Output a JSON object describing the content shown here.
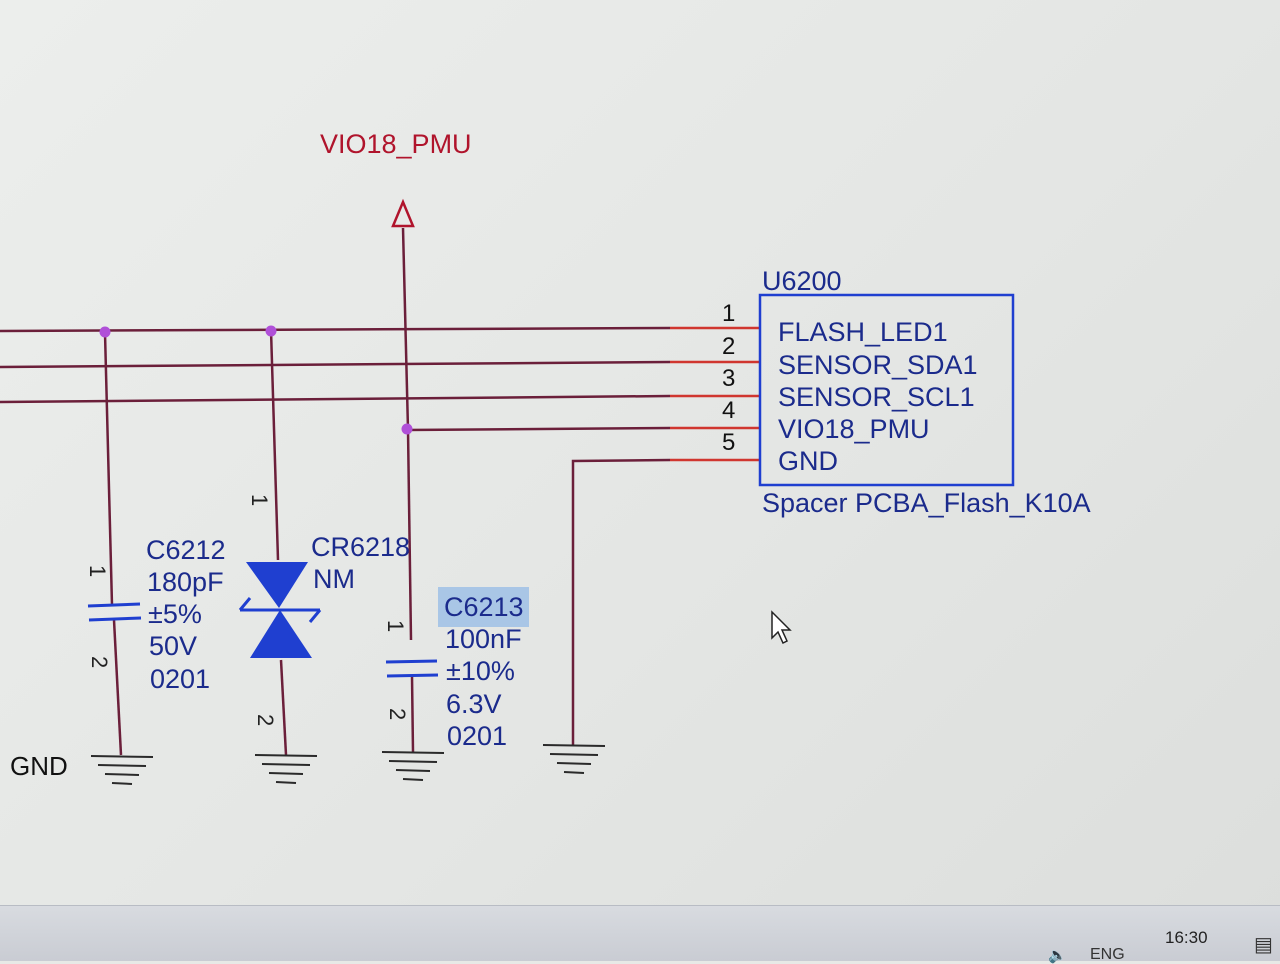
{
  "schematic": {
    "power_net": "VIO18_PMU",
    "ground_label": "GND",
    "connector": {
      "refdes": "U6200",
      "part": "Spacer PCBA_Flash_K10A",
      "pins": [
        {
          "number": "1",
          "name": "FLASH_LED1"
        },
        {
          "number": "2",
          "name": "SENSOR_SDA1"
        },
        {
          "number": "3",
          "name": "SENSOR_SCL1"
        },
        {
          "number": "4",
          "name": "VIO18_PMU"
        },
        {
          "number": "5",
          "name": "GND"
        }
      ]
    },
    "c6212": {
      "refdes": "C6212",
      "value": "180pF",
      "tolerance": "±5%",
      "voltage": "50V",
      "package": "0201",
      "pin1": "1",
      "pin2": "2"
    },
    "cr6218": {
      "refdes": "CR6218",
      "value": "NM",
      "pin1": "1",
      "pin2": "2"
    },
    "c6213": {
      "refdes": "C6213",
      "value": "100nF",
      "tolerance": "±10%",
      "voltage": "6.3V",
      "package": "0201",
      "pin1": "1",
      "pin2": "2"
    },
    "colors": {
      "wire": "#6b1f3a",
      "pin_stub": "#d0362f",
      "component": "#1f3fd0",
      "junction": "#b050d8",
      "net_label": "#b0142c",
      "ground": "#2a2a2a"
    }
  },
  "taskbar": {
    "language": "ENG",
    "clock": "16:30"
  }
}
